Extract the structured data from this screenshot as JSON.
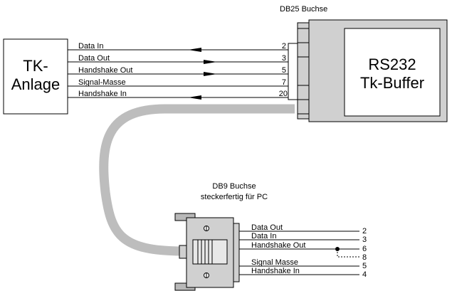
{
  "db25": {
    "title": "DB25 Buchse",
    "buffer_line1": "RS232",
    "buffer_line2": "Tk-Buffer"
  },
  "tk": {
    "line1": "TK-",
    "line2": "Anlage"
  },
  "db25_signals": [
    {
      "label": "Data In",
      "pin": "2"
    },
    {
      "label": "Data Out",
      "pin": "3"
    },
    {
      "label": "Handshake Out",
      "pin": "5"
    },
    {
      "label": "Signal-Masse",
      "pin": "7"
    },
    {
      "label": "Handshake In",
      "pin": "20"
    }
  ],
  "db9": {
    "title_line1": "DB9 Buchse",
    "title_line2": "steckerfertig für PC"
  },
  "db9_signals": [
    {
      "label": "Data Out",
      "pin": "2"
    },
    {
      "label": "Data In",
      "pin": "3"
    },
    {
      "label": "Handshake Out",
      "pin": "6"
    },
    {
      "label": "",
      "pin": "8"
    },
    {
      "label": "Signal Masse",
      "pin": "5"
    },
    {
      "label": "Handshake In",
      "pin": "4"
    }
  ]
}
